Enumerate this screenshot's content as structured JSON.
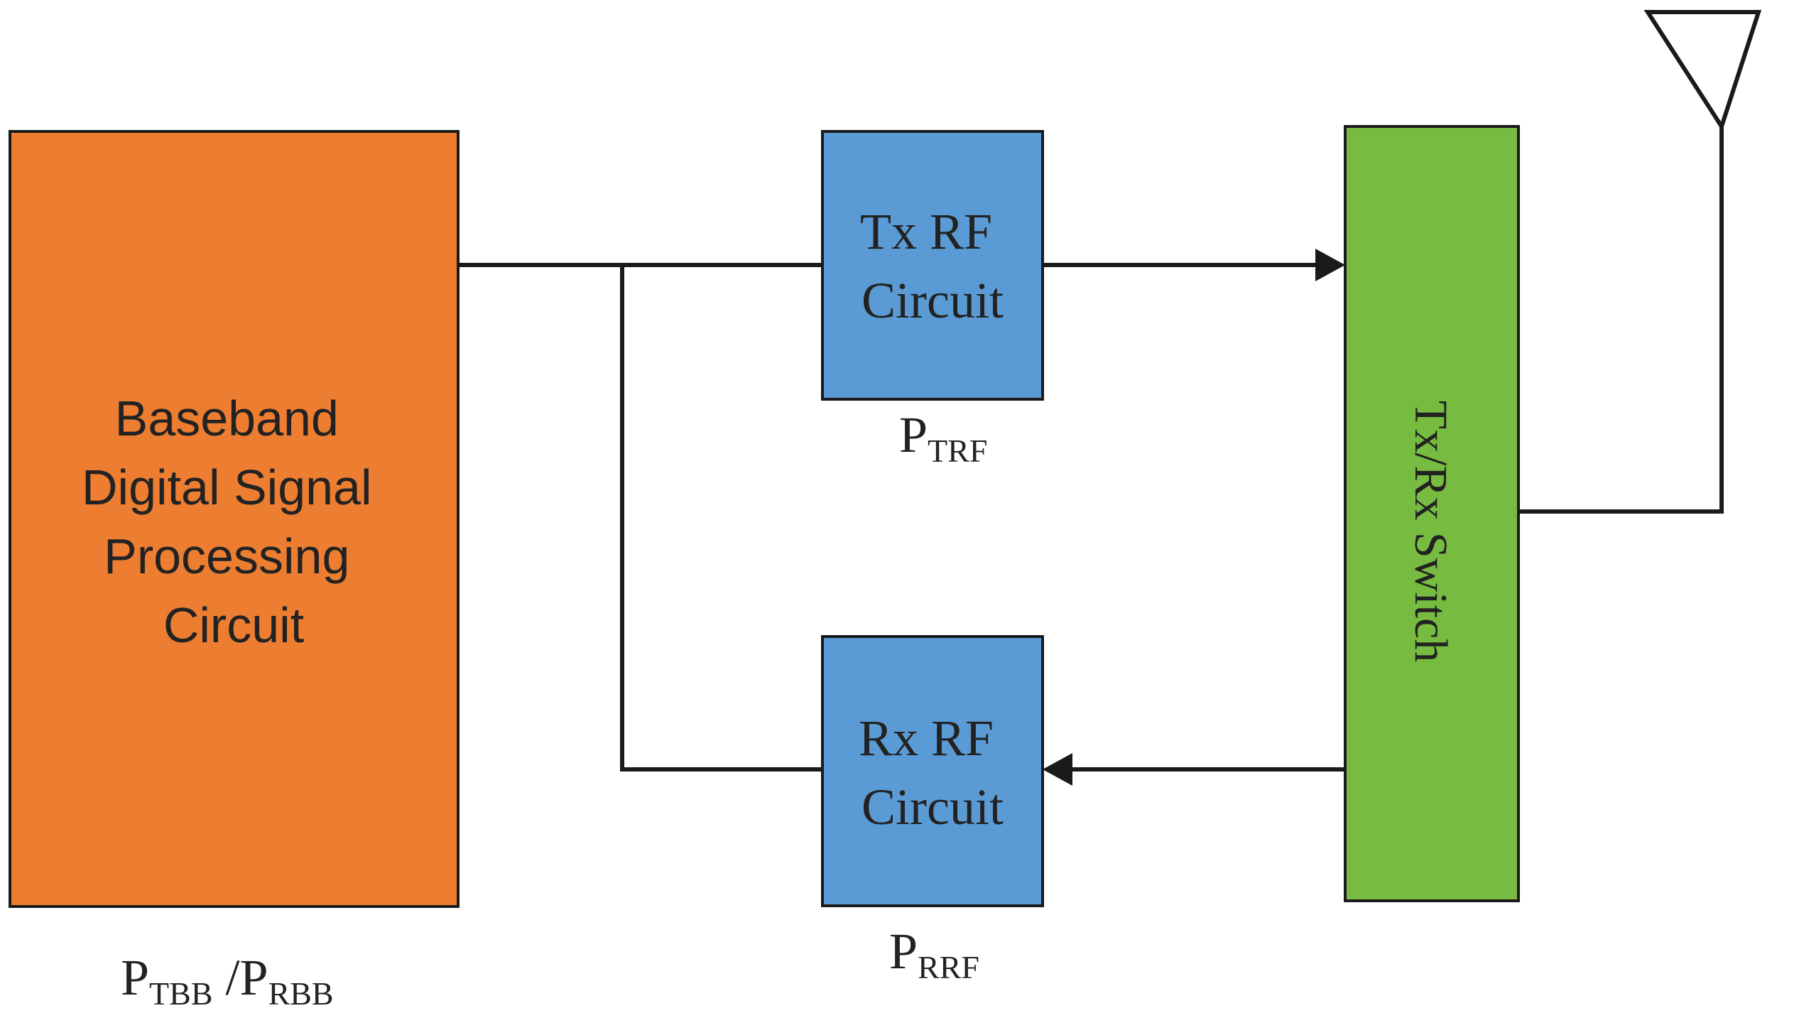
{
  "colors": {
    "baseband_fill": "#ED7D31",
    "rf_fill": "#5B9BD5",
    "switch_fill": "#77BC41",
    "stroke": "#1a1a1a",
    "background": "#ffffff"
  },
  "baseband": {
    "lines": [
      "Baseband",
      "Digital Signal",
      "Processing",
      "Circuit"
    ],
    "power_main": "P",
    "power_sub": "TBB",
    "power_sep": " /P",
    "power_sub2": "RBB"
  },
  "tx_rf": {
    "lines": [
      "Tx RF",
      "Circuit"
    ],
    "power_main": "P",
    "power_sub": "TRF"
  },
  "rx_rf": {
    "lines": [
      "Rx RF",
      "Circuit"
    ],
    "power_main": "P",
    "power_sub": "RRF"
  },
  "switch": {
    "label": "Tx/Rx Switch"
  },
  "antenna": {
    "icon": "antenna-icon"
  }
}
